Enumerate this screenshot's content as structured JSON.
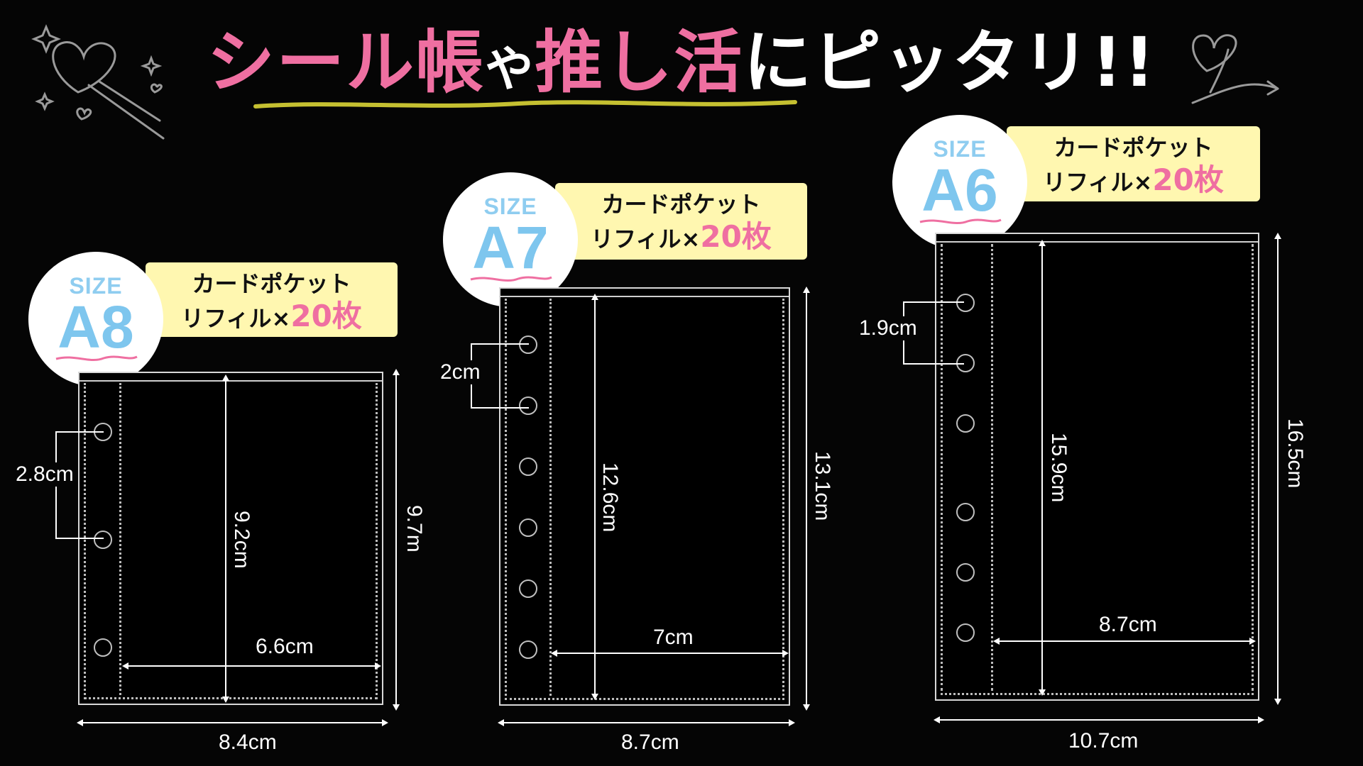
{
  "title": {
    "part1": "シール帳",
    "part2": "や",
    "part3": "推し活",
    "part4": "にピッタリ!!"
  },
  "colors": {
    "pink": "#ef6fa1",
    "badge_bg": "#fff7b0",
    "size_blue": "#7ec6ee",
    "underline_yellow": "#e8e23a"
  },
  "icons": [
    "heart-sparkle-doodle",
    "heart-arrow-doodle"
  ],
  "panels": [
    {
      "size_label": "SIZE",
      "size_name": "A8",
      "badge_line1": "カードポケット",
      "badge_line2_prefix": "リフィル×",
      "badge_count": "20枚",
      "width_label": "8.4cm",
      "height_label": "9.7m",
      "inner_width_label": "6.6cm",
      "inner_height_label": "9.2cm",
      "hole_spacing_label": "2.8cm"
    },
    {
      "size_label": "SIZE",
      "size_name": "A7",
      "badge_line1": "カードポケット",
      "badge_line2_prefix": "リフィル×",
      "badge_count": "20枚",
      "width_label": "8.7cm",
      "height_label": "13.1cm",
      "inner_width_label": "7cm",
      "inner_height_label": "12.6cm",
      "hole_spacing_label": "2cm"
    },
    {
      "size_label": "SIZE",
      "size_name": "A6",
      "badge_line1": "カードポケット",
      "badge_line2_prefix": "リフィル×",
      "badge_count": "20枚",
      "width_label": "10.7cm",
      "height_label": "16.5cm",
      "inner_width_label": "8.7cm",
      "inner_height_label": "15.9cm",
      "hole_spacing_label": "1.9cm"
    }
  ]
}
